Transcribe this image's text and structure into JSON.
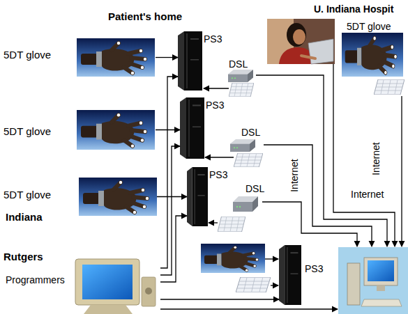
{
  "diagram": {
    "nodes": [
      {
        "text": [
          "5DT glove"
        ]
      },
      {
        "text": [
          "PS3"
        ]
      },
      {
        "text": [
          "DSL"
        ]
      },
      {
        "text": [
          "5DT glove"
        ]
      },
      {
        "text": [
          "5DT glove"
        ]
      },
      {
        "text": [
          "PS3"
        ]
      },
      {
        "text": [
          "DSL"
        ]
      },
      {
        "text": [
          "5DT glove"
        ]
      },
      {
        "text": [
          "PS3"
        ]
      },
      {
        "text": [
          "DSL"
        ]
      },
      {
        "text": [
          "Rutgers",
          "Programmers"
        ]
      },
      {
        "text": [
          "PS3"
        ]
      }
    ],
    "edges": [
      {
        "from": 0,
        "to": 1,
        "arrow": "to"
      },
      {
        "from": 4,
        "to": 5,
        "arrow": "to"
      },
      {
        "from": 7,
        "to": 8,
        "arrow": "to"
      },
      {
        "from": 10,
        "to": 1,
        "arrow": "to"
      },
      {
        "from": 10,
        "to": 5,
        "arrow": "to"
      },
      {
        "from": 10,
        "to": 8,
        "arrow": "to"
      },
      {
        "from": 10,
        "to": 11,
        "arrow": "to"
      }
    ],
    "labels": [
      "Patient's home",
      "U. Indiana Hospit",
      "Indiana",
      "Internet",
      "Internet",
      "Internet"
    ]
  }
}
